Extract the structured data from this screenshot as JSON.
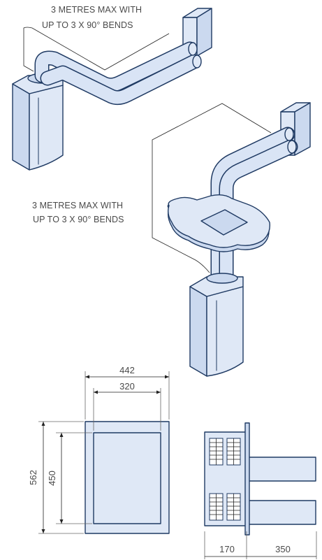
{
  "diagram1": {
    "caption_line1": "3 METRES MAX WITH",
    "caption_line2": "UP TO 3 X 90° BENDS"
  },
  "diagram2": {
    "caption_line1": "3 METRES MAX WITH",
    "caption_line2": "UP TO 3 X 90° BENDS"
  },
  "front_view": {
    "width_outer": "442",
    "width_inner": "320",
    "height_outer": "562",
    "height_inner": "450"
  },
  "side_view": {
    "depth_unit": "170",
    "depth_flue": "350"
  },
  "colors": {
    "fill_light": "#dfe8f6",
    "fill_mid": "#cbd9ef",
    "outline": "#1f3a63"
  }
}
